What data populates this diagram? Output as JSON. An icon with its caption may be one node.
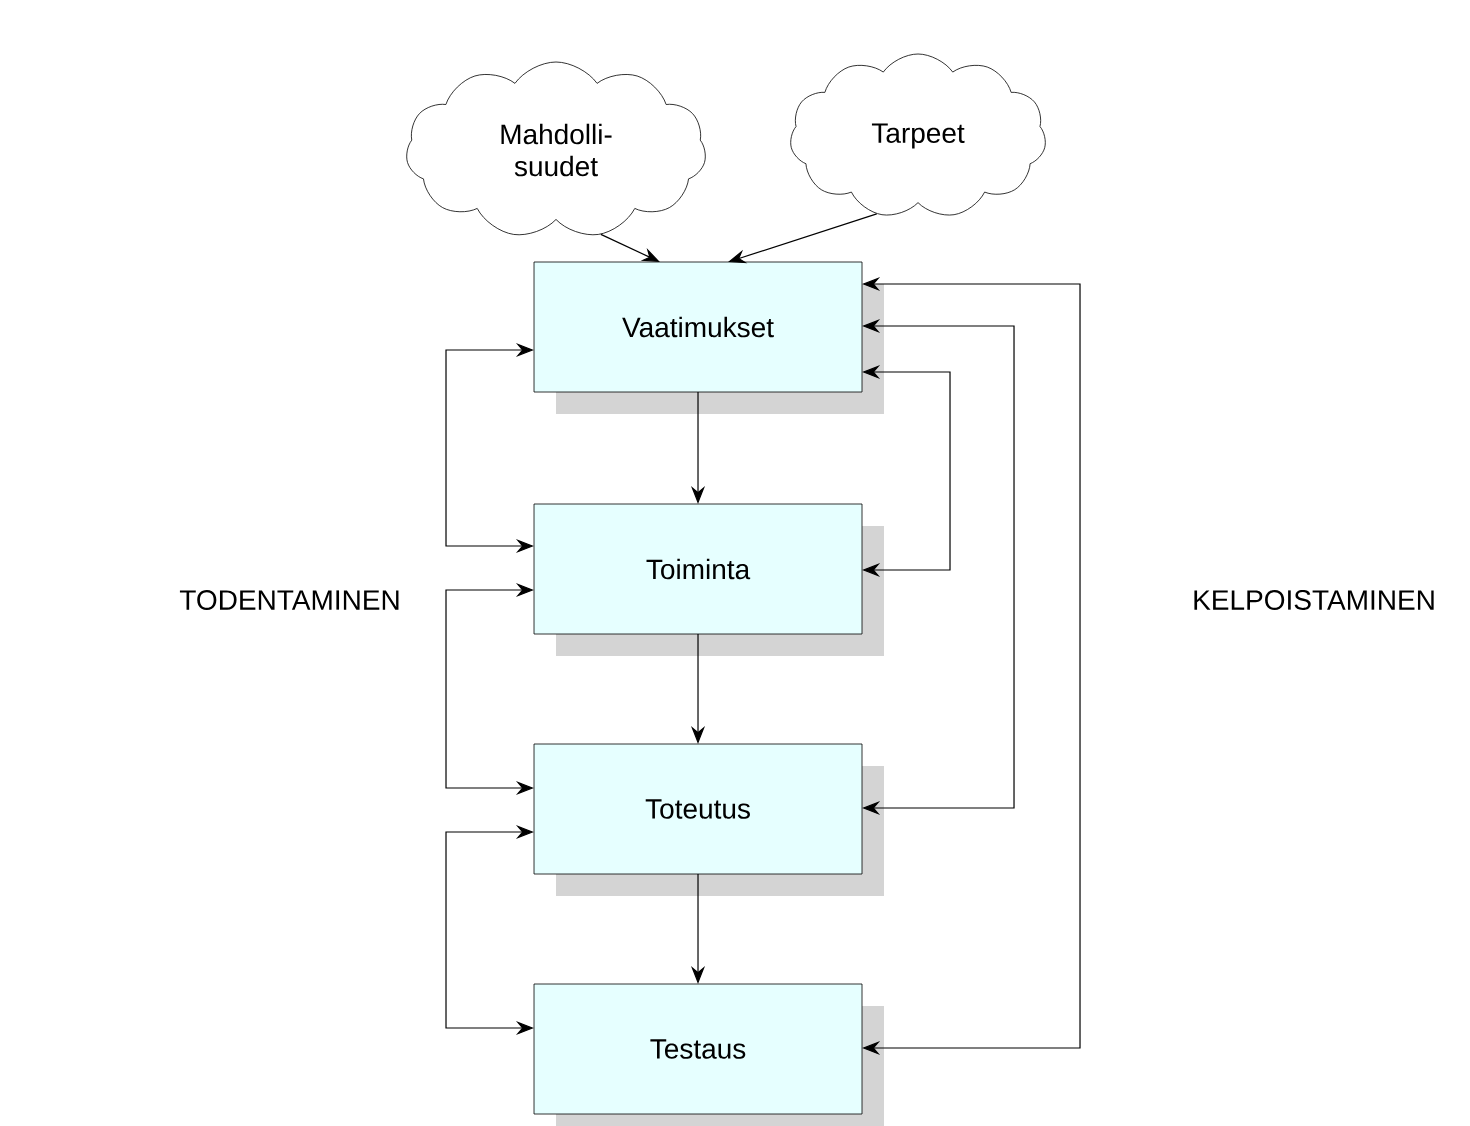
{
  "diagram": {
    "nodes": [
      {
        "text": [
          "Mahdolli- suudet"
        ]
      },
      {
        "text": [
          "Tarpeet"
        ]
      },
      {
        "text": [
          "Vaatimukset"
        ]
      },
      {
        "text": [
          "Toiminta"
        ]
      },
      {
        "text": [
          "Toteutus"
        ]
      },
      {
        "text": [
          "Testaus"
        ]
      }
    ],
    "edges": [
      {
        "from": 0,
        "to": 2,
        "arrow": "to"
      },
      {
        "from": 1,
        "to": 2,
        "arrow": "to"
      },
      {
        "from": 2,
        "to": 3,
        "arrow": "to"
      },
      {
        "from": 3,
        "to": 4,
        "arrow": "to"
      },
      {
        "from": 4,
        "to": 5,
        "arrow": "to"
      },
      {
        "from": 2,
        "to": 3,
        "arrow": "both"
      },
      {
        "from": 3,
        "to": 4,
        "arrow": "both"
      },
      {
        "from": 4,
        "to": 5,
        "arrow": "both"
      },
      {
        "from": 2,
        "to": 3,
        "arrow": "both"
      },
      {
        "from": 2,
        "to": 4,
        "arrow": "both"
      },
      {
        "from": 2,
        "to": 5,
        "arrow": "both"
      }
    ],
    "labels": [
      "TODENTAMINEN",
      "KELPOISTAMINEN"
    ]
  }
}
